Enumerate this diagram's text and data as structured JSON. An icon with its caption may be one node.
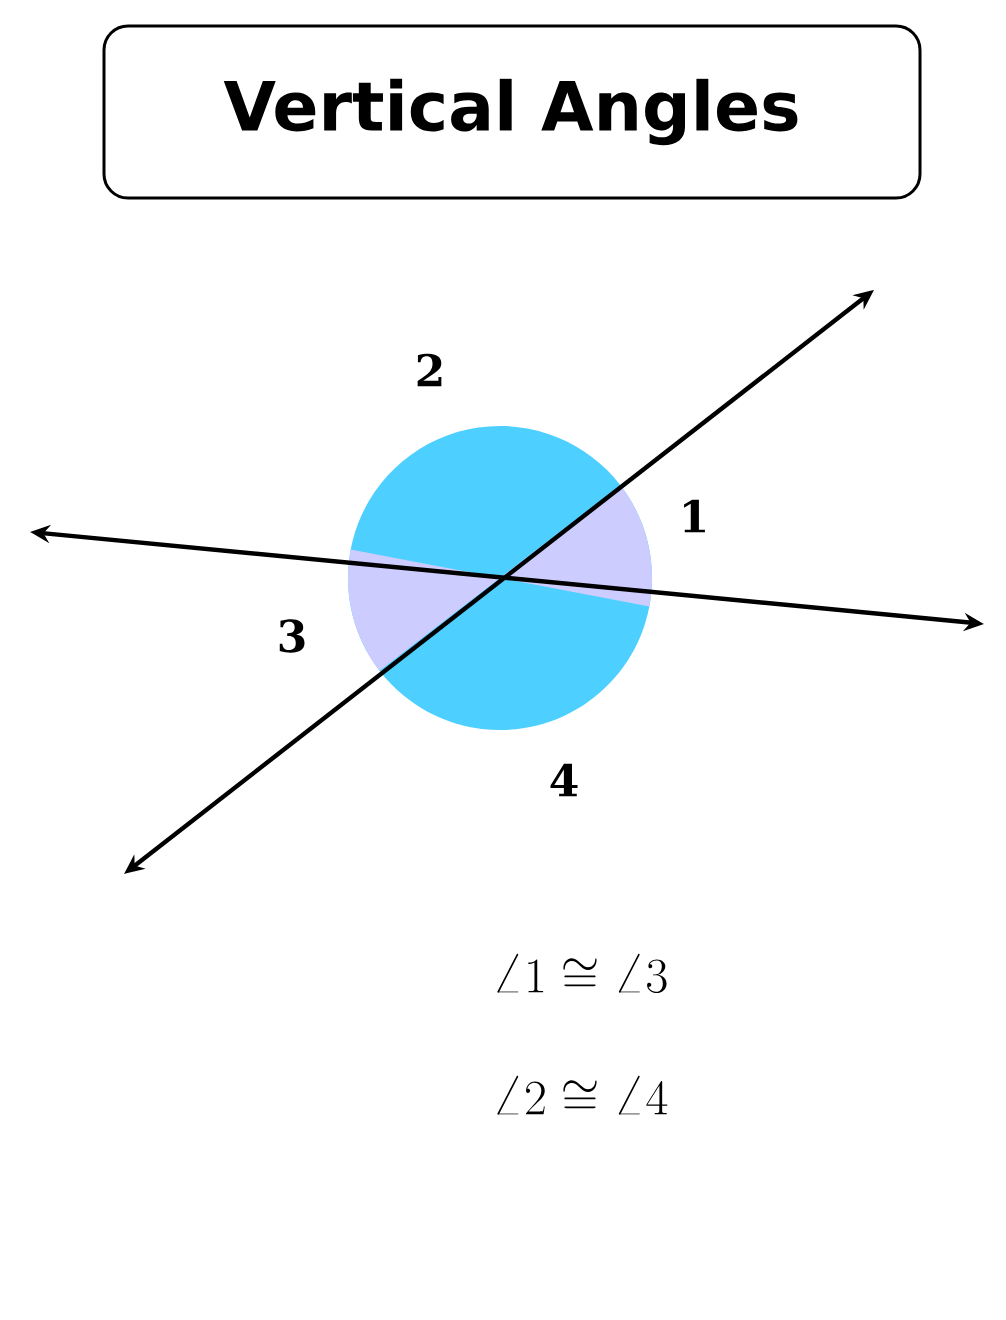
{
  "diagram": {
    "title": "Vertical Angles",
    "labels": [
      "2",
      "1",
      "3",
      "4",
      "\\angle 1 \\cong \\angle 3",
      "\\angle 2 \\cong \\angle 4"
    ]
  }
}
